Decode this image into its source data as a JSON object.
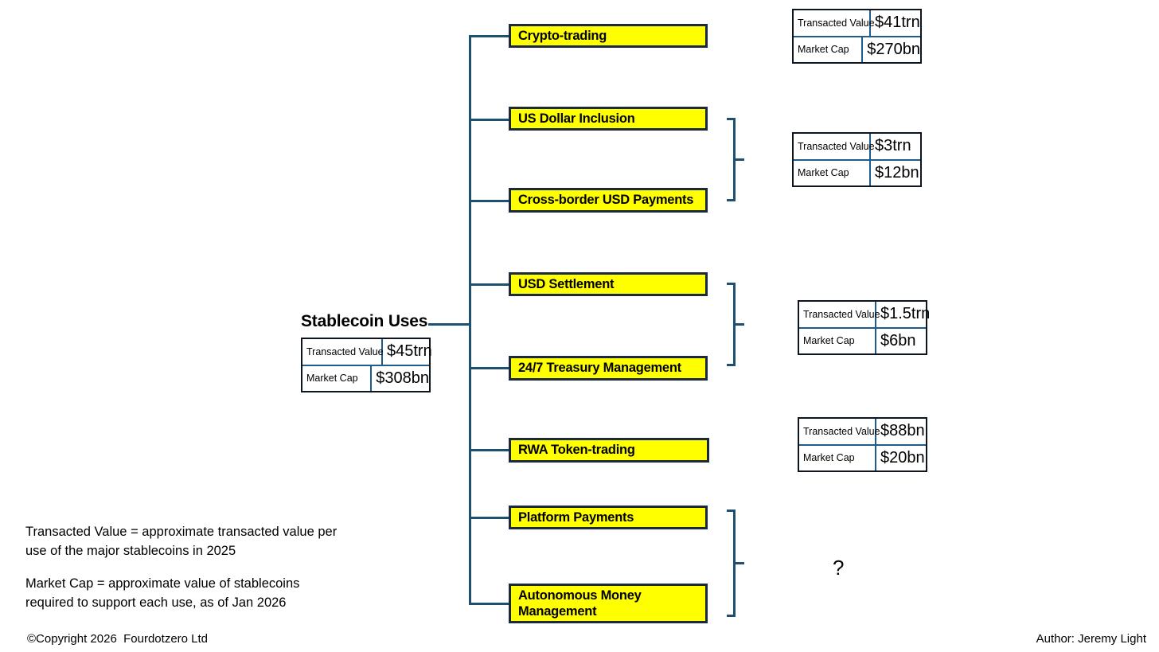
{
  "diagram": {
    "root": {
      "label": "Stablecoin Uses",
      "table": {
        "rows": [
          {
            "label": "Transacted Value",
            "value": "$45trn"
          },
          {
            "label": "Market Cap",
            "value": "$308bn"
          }
        ]
      }
    },
    "uses": [
      {
        "label": "Crypto-trading"
      },
      {
        "label": "US Dollar Inclusion"
      },
      {
        "label": "Cross-border USD Payments"
      },
      {
        "label": "USD Settlement"
      },
      {
        "label": "24/7 Treasury Management"
      },
      {
        "label": "RWA Token-trading"
      },
      {
        "label": "Platform Payments"
      },
      {
        "label": "Autonomous Money Management"
      }
    ],
    "metric_tables": [
      {
        "applies_to": "Crypto-trading",
        "rows": [
          {
            "label": "Transacted Value",
            "value": "$41trn"
          },
          {
            "label": "Market Cap",
            "value": "$270bn"
          }
        ]
      },
      {
        "applies_to": "US Dollar Inclusion + Cross-border USD Payments",
        "rows": [
          {
            "label": "Transacted Value",
            "value": "$3trn"
          },
          {
            "label": "Market Cap",
            "value": "$12bn"
          }
        ]
      },
      {
        "applies_to": "USD Settlement + 24/7 Treasury Management",
        "rows": [
          {
            "label": "Transacted Value",
            "value": "$1.5trn"
          },
          {
            "label": "Market Cap",
            "value": "$6bn"
          }
        ]
      },
      {
        "applies_to": "RWA Token-trading",
        "rows": [
          {
            "label": "Transacted Value",
            "value": "$88bn"
          },
          {
            "label": "Market Cap",
            "value": "$20bn"
          }
        ]
      },
      {
        "applies_to": "Platform Payments + Autonomous Money Management",
        "unknown_marker": "?"
      }
    ]
  },
  "notes": {
    "transacted_value": "Transacted Value = approximate transacted value per\nuse of the major stablecoins in 2025",
    "market_cap": "Market Cap = approximate value of stablecoins\nrequired to support each use, as of Jan 2026"
  },
  "footer": {
    "copyright": "©Copyright 2026  Fourdotzero Ltd",
    "author": "Author: Jeremy Light"
  },
  "colors": {
    "box_fill": "#ffff00",
    "box_border": "#1b2a3a",
    "connector": "#1f5072",
    "table_border": "#0d1520",
    "table_divider": "#1f5c8c"
  }
}
